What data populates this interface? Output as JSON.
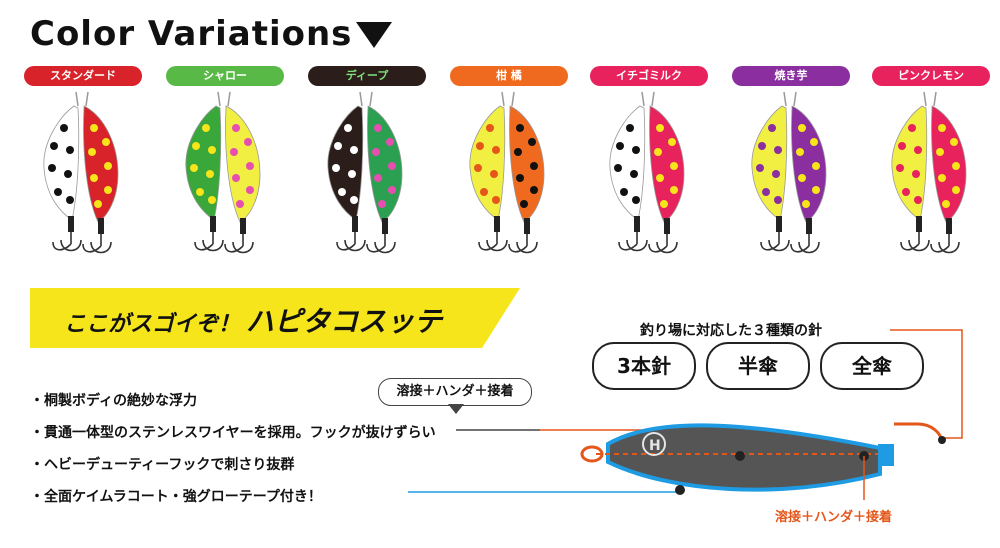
{
  "title": "Color Variations",
  "colors": {
    "banner": "#f5e51a",
    "accent_orange": "#e5561a",
    "accent_blue": "#1e9be2",
    "body_gray": "#555555"
  },
  "variants": [
    {
      "label": "スタンダード",
      "label_bg": "#d8232a",
      "label_color": "#ffffff",
      "left_body": "#ffffff",
      "left_dot": "#111111",
      "right_body": "#d8232a",
      "right_dot": "#f5e51a"
    },
    {
      "label": "シャロー",
      "label_bg": "#58b947",
      "label_color": "#ffffff",
      "left_body": "#3aa73a",
      "left_dot": "#f5e51a",
      "right_body": "#f2ef43",
      "right_dot": "#e64fb0"
    },
    {
      "label": "ディープ",
      "label_bg": "#2b1e1a",
      "label_color": "#7ee07a",
      "left_body": "#2b1e1a",
      "left_dot": "#ffffff",
      "right_body": "#2aa050",
      "right_dot": "#e64fb0"
    },
    {
      "label": "柑 橘",
      "label_bg": "#ef6a1e",
      "label_color": "#ffffff",
      "left_body": "#f2ef43",
      "left_dot": "#e5561a",
      "right_body": "#ef6a1e",
      "right_dot": "#111111"
    },
    {
      "label": "イチゴミルク",
      "label_bg": "#e8225c",
      "label_color": "#ffffff",
      "left_body": "#ffffff",
      "left_dot": "#111111",
      "right_body": "#e8225c",
      "right_dot": "#f5e51a"
    },
    {
      "label": "焼き芋",
      "label_bg": "#8a2ea0",
      "label_color": "#ffffff",
      "left_body": "#f2ef43",
      "left_dot": "#8a2ea0",
      "right_body": "#8a2ea0",
      "right_dot": "#f5e51a"
    },
    {
      "label": "ピンクレモン",
      "label_bg": "#e8225c",
      "label_color": "#ffffff",
      "left_body": "#f2ef43",
      "left_dot": "#e8225c",
      "right_body": "#e8225c",
      "right_dot": "#f5e51a"
    }
  ],
  "banner": {
    "prefix": "ここがスゴイぞ！",
    "name": "ハピタコスッテ"
  },
  "features": [
    "・桐製ボディの絶妙な浮力",
    "・貫通一体型のステンレスワイヤーを採用。フックが抜けずらい",
    "・ヘビーデューティーフックで刺さり抜群",
    "・全面ケイムラコート・強グローテープ付き！"
  ],
  "hooks": {
    "caption": "釣り場に対応した３種類の針",
    "options": [
      "3本針",
      "半傘",
      "全傘"
    ]
  },
  "callouts": {
    "top": "溶接＋ハンダ＋接着",
    "bottom": "溶接＋ハンダ＋接着"
  },
  "body_mark": "H"
}
